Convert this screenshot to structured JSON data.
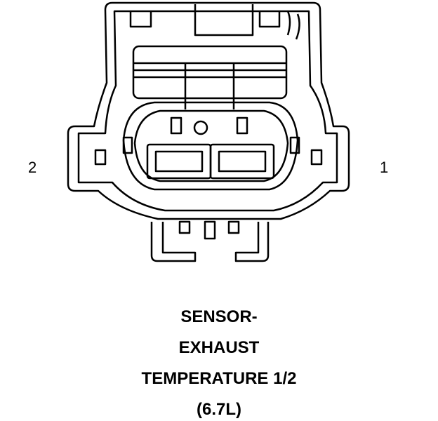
{
  "pins": {
    "left": "2",
    "right": "1"
  },
  "caption": {
    "line1": "SENSOR-",
    "line2": "EXHAUST",
    "line3": "TEMPERATURE 1/2",
    "line4": "(6.7L)"
  }
}
